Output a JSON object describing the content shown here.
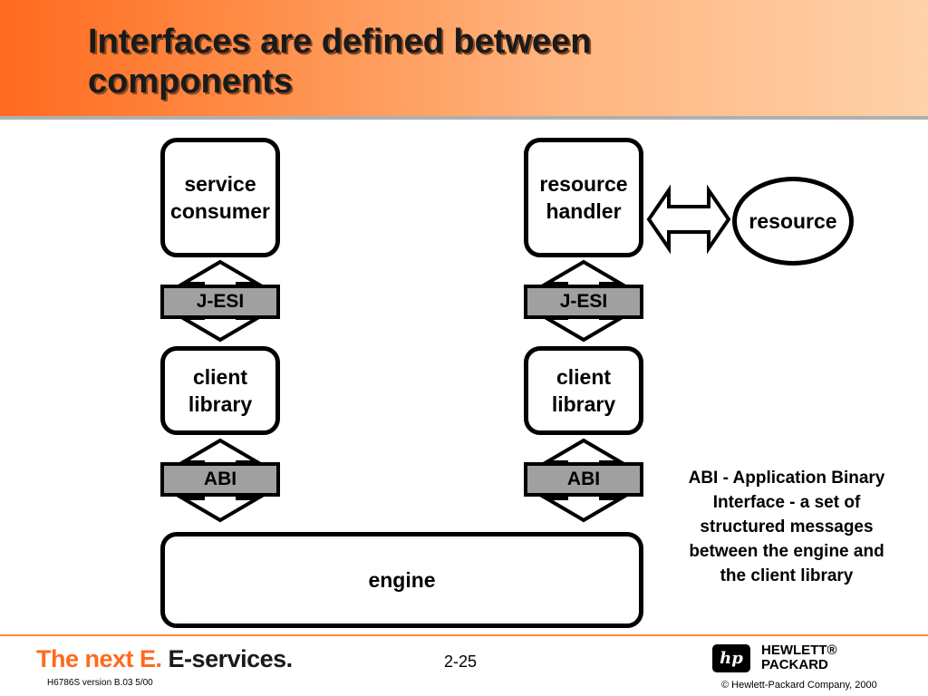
{
  "title": {
    "line1": "Interfaces are defined between",
    "line2": "components"
  },
  "nodes": {
    "service_consumer": "service\nconsumer",
    "resource_handler": "resource\nhandler",
    "resource": "resource",
    "client_library_left": "client\nlibrary",
    "client_library_right": "client\nlibrary",
    "engine": "engine"
  },
  "interfaces": {
    "jesi_left": "J-ESI",
    "jesi_right": "J-ESI",
    "abi_left": "ABI",
    "abi_right": "ABI"
  },
  "note": "ABI - Application Binary\nInterface - a set of\nstructured messages\nbetween the engine and\nthe client library",
  "footer": {
    "tagline_part1": "The next E.",
    "tagline_part2": "E-services.",
    "version": "H6786S version B.03 5/00",
    "page_number": "2-25",
    "logo_mark": "hp",
    "company_name": "HEWLETT®\nPACKARD",
    "copyright": "© Hewlett-Packard Company, 2000"
  },
  "colors": {
    "header_start": "#ff6a1f",
    "header_end": "#ffd2aa",
    "interface_fill": "#a0a0a0",
    "footer_rule": "#ff8a3d"
  }
}
